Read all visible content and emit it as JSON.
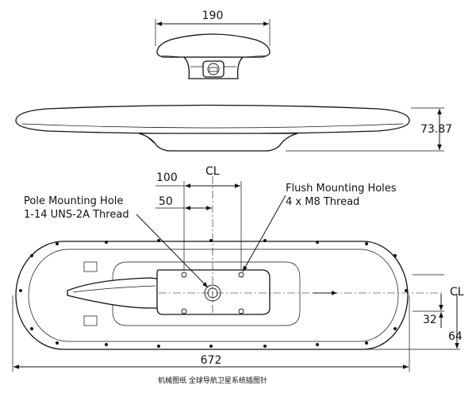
{
  "dimensions": {
    "top_width": "190",
    "side_height": "73.87",
    "offset_100": "100",
    "offset_50": "50",
    "overall_length": "672",
    "offset_32": "32",
    "offset_64": "64"
  },
  "centerline_symbol": "CL",
  "labels": {
    "pole_mount_line1": "Pole Mounting Hole",
    "pole_mount_line2": "1-14 UNS-2A Thread",
    "flush_mount_line1": "Flush Mounting Holes",
    "flush_mount_line2": "4 x M8 Thread"
  },
  "caption": "机械图纸 全球导航卫星系统插图针"
}
